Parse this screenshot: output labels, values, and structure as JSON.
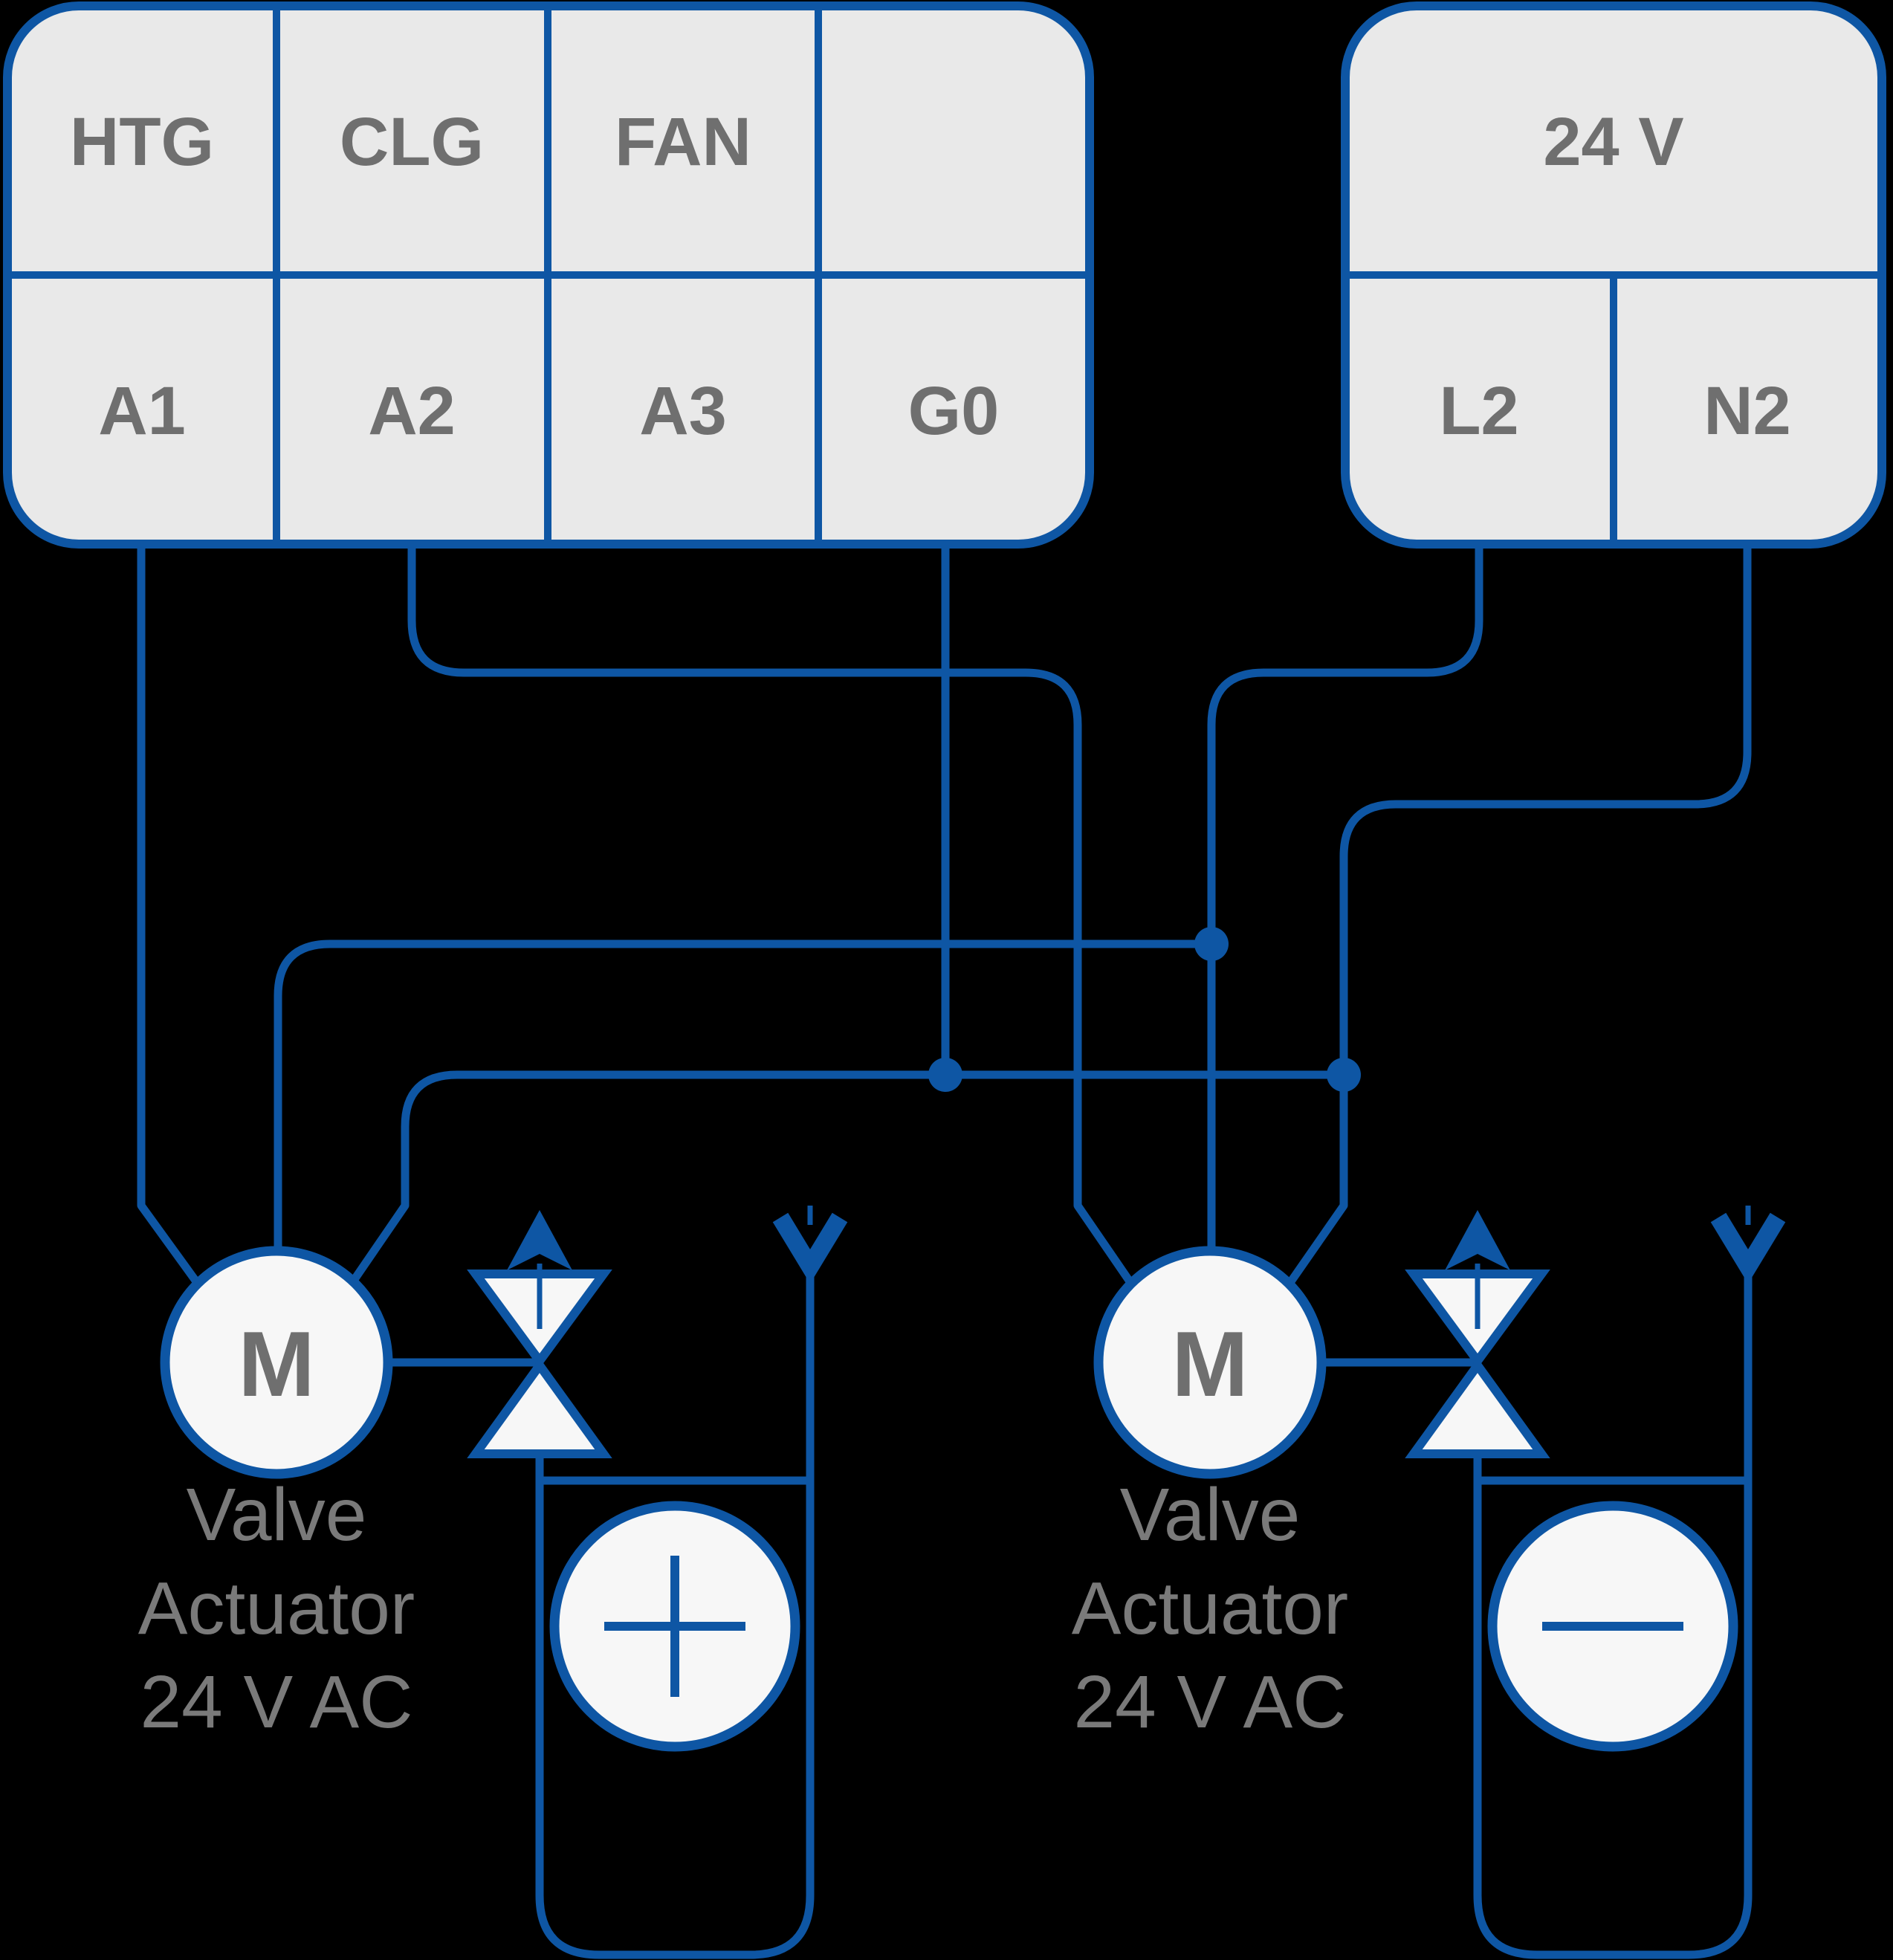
{
  "colors": {
    "wire": "#0E56A4",
    "block_fill": "#E9E9E9",
    "symbol_fill": "#F7F7F7",
    "terminal_label": "#6F6F6F",
    "caption": "#7A7A7A",
    "background": "#000000"
  },
  "left_terminal_block": {
    "top_row": [
      "HTG",
      "CLG",
      "FAN",
      ""
    ],
    "bottom_row": [
      "A1",
      "A2",
      "A3",
      "G0"
    ]
  },
  "right_terminal_block": {
    "title": "24 V",
    "bottom_row": [
      "L2",
      "N2"
    ]
  },
  "actuators": [
    {
      "motor_label": "M",
      "caption": [
        "Valve",
        "Actuator",
        "24 V AC"
      ],
      "coil_symbol": "plus"
    },
    {
      "motor_label": "M",
      "caption": [
        "Valve",
        "Actuator",
        "24 V AC"
      ],
      "coil_symbol": "minus"
    }
  ],
  "junction_count": 3
}
